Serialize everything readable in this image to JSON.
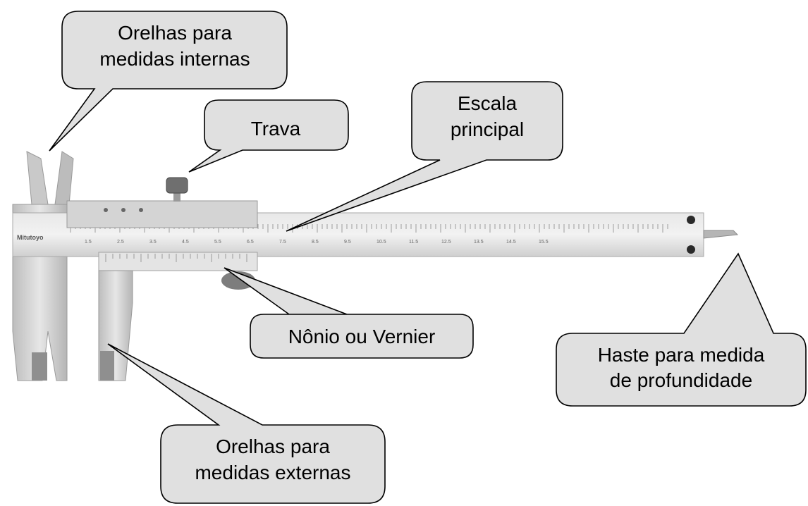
{
  "labels": {
    "internal_jaws": [
      "Orelhas para",
      "medidas internas"
    ],
    "lock": [
      "Trava"
    ],
    "main_scale": [
      "Escala",
      "principal"
    ],
    "vernier": [
      "Nônio ou Vernier"
    ],
    "depth_rod": [
      "Haste para medida",
      "de profundidade"
    ],
    "external_jaws": [
      "Orelhas para",
      "medidas externas"
    ]
  },
  "caliper": {
    "brand": "Mitutoyo",
    "main_scale_numbers": [
      "1.5",
      "2.5",
      "3.5",
      "4.5",
      "5.5",
      "6.5",
      "7.5",
      "8.5",
      "9.5",
      "10.5",
      "11.5",
      "12.5",
      "13.5",
      "14.5",
      "15.5"
    ]
  },
  "colors": {
    "bubble_fill": "#e0e0e0",
    "bubble_stroke": "#000000",
    "metal_light": "#dedede",
    "metal_mid": "#c4c4c4",
    "metal_dark": "#8a8a8a"
  }
}
